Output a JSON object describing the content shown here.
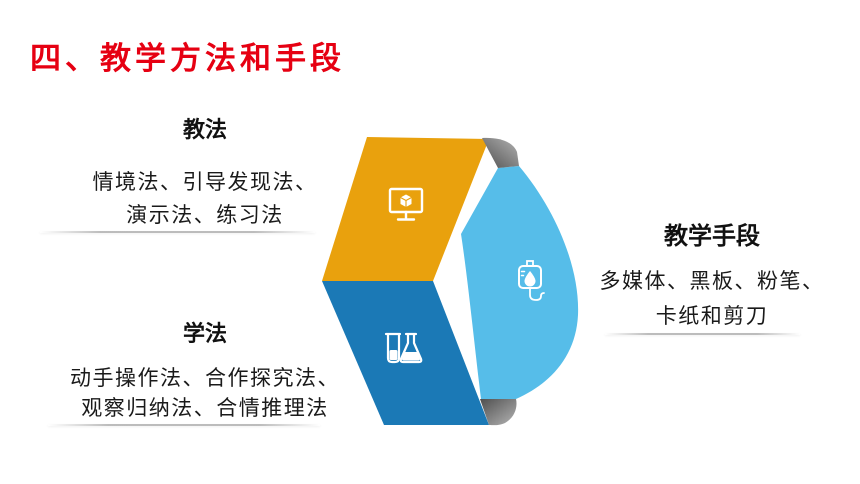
{
  "slide": {
    "title": "四、教学方法和手段",
    "title_color": "#E60012"
  },
  "teaching_methods": {
    "heading": "教法",
    "lines": [
      "情境法、引导发现法、",
      "演示法、练习法"
    ]
  },
  "learning_methods": {
    "heading": "学法",
    "lines": [
      "动手操作法、合作探究法、",
      "观察归纳法、合情推理法"
    ]
  },
  "teaching_means": {
    "heading": "教学手段",
    "lines": [
      "多媒体、黑板、粉笔、",
      "卡纸和剪刀"
    ]
  },
  "diagram": {
    "top_segment": {
      "color": "#E9A10D",
      "icon": "monitor-icon"
    },
    "bottom_segment": {
      "color": "#1B79B6",
      "icon": "flask-icon"
    },
    "right_segment": {
      "color": "#56BDE9",
      "icon": "iv-drip-icon"
    },
    "fold_color": "#6E6E6E"
  }
}
